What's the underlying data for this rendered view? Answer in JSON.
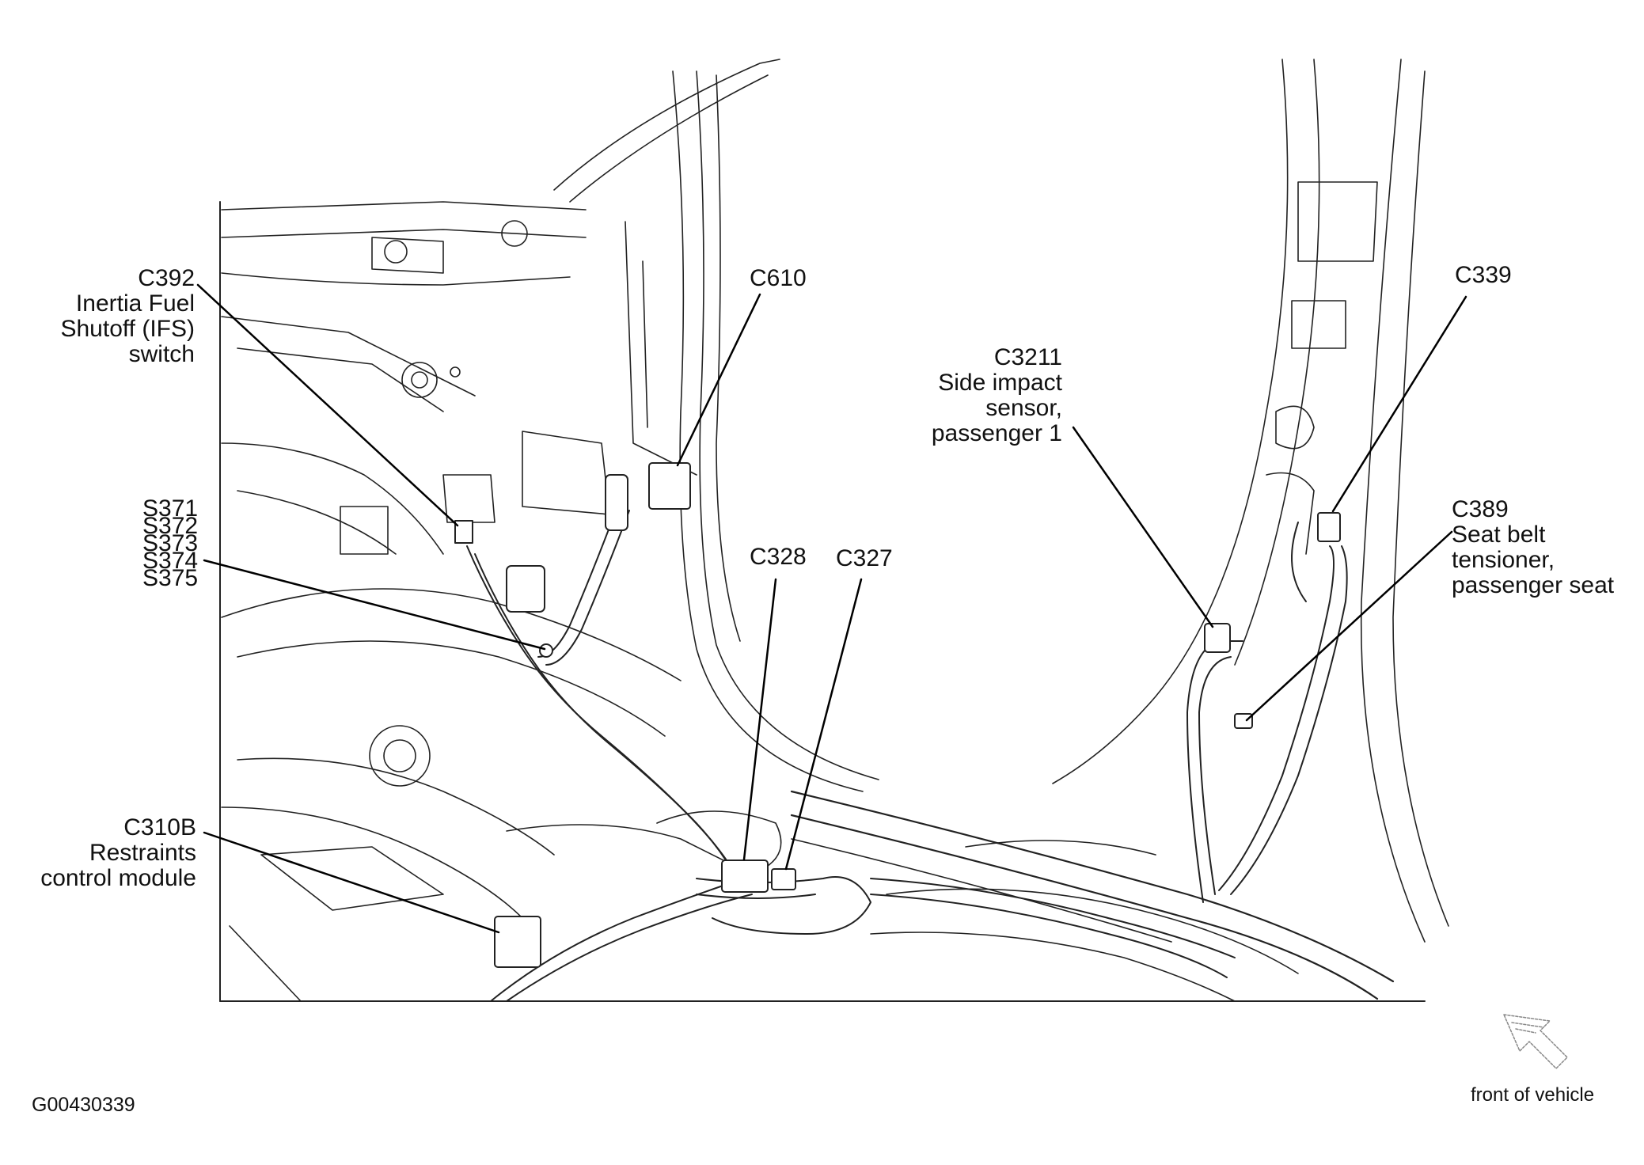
{
  "callouts": {
    "c392": [
      "C392",
      "Inertia Fuel",
      "Shutoff (IFS)",
      "switch"
    ],
    "c610": [
      "C610"
    ],
    "s371_375": [
      "S371",
      "S372",
      "S373",
      "S374",
      "S375"
    ],
    "c3211": [
      "C3211",
      "Side impact",
      "sensor,",
      "passenger 1"
    ],
    "c339": [
      "C339"
    ],
    "c328": [
      "C328"
    ],
    "c327": [
      "C327"
    ],
    "c389": [
      "C389",
      "Seat belt",
      "tensioner,",
      "passenger seat"
    ],
    "c310b": [
      "C310B",
      "Restraints",
      "control module"
    ]
  },
  "figure_id": "G00430339",
  "front_of_vehicle": "front of vehicle",
  "colors": {
    "line": "#111111",
    "background": "#ffffff",
    "arrow_hatch": "#999999"
  }
}
